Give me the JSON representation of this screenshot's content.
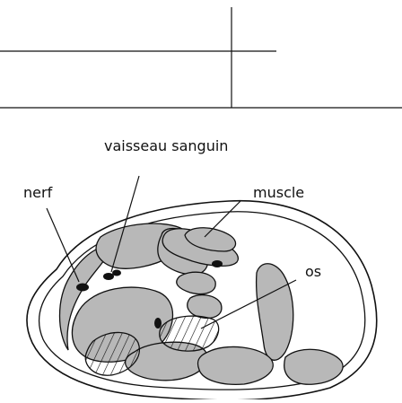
{
  "labels": {
    "vessel": "vaisseau sanguin",
    "nerve": "nerf",
    "muscle": "muscle",
    "bone": "os"
  },
  "colors": {
    "ink": "#111111",
    "muscle_fill": "#b8b8b8",
    "background": "#ffffff"
  }
}
